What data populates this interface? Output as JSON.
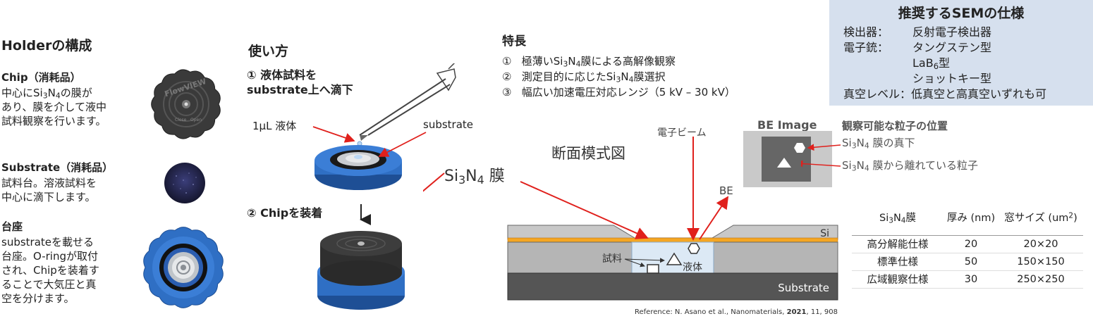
{
  "holder": {
    "title": "Holderの構成",
    "chip_title": "Chip（消耗品）",
    "chip_desc_1a": "中心にSi",
    "chip_desc_1sub": "3",
    "chip_desc_1b": "N",
    "chip_desc_1sub2": "4",
    "chip_desc_1c": "の膜が",
    "chip_desc_2": "あり、膜を介して液中",
    "chip_desc_3": "試料観察を行います。",
    "substrate_title": "Substrate（消耗品）",
    "substrate_desc_1": "試料台。溶液試料を",
    "substrate_desc_2": "中心に滴下します。",
    "base_title": "台座",
    "base_desc_1": "substrateを載せる",
    "base_desc_2": "台座。O-ringが取付",
    "base_desc_3": "され、Chipを装着す",
    "base_desc_4": "ることで大気圧と真",
    "base_desc_5": "空を分けます。",
    "chip_logo": "FlowVIEW",
    "chip_close": "Close",
    "chip_open": "Open"
  },
  "usage": {
    "title": "使い方",
    "step1_line1": "① 液体試料を",
    "step1_line2": "substrate上へ滴下",
    "liquid_label": "1μL 液体",
    "substrate_label": "substrate",
    "step2": "② Chipを装着"
  },
  "features": {
    "title": "特長",
    "f1_num": "①",
    "f1_a": "極薄いSi",
    "f1_sub1": "3",
    "f1_b": "N",
    "f1_sub2": "4",
    "f1_c": "膜による高解像観察",
    "f2_num": "②",
    "f2_a": "測定目的に応じたSi",
    "f2_sub1": "3",
    "f2_b": "N",
    "f2_sub2": "4",
    "f2_c": "膜選択",
    "f3_num": "③",
    "f3_a": "幅広い加速電圧対応レンジ（5 kV – 30 kV）"
  },
  "recommended": {
    "title": "推奨するSEMの仕様",
    "detector_key": "検出器：",
    "detector_val": "反射電子検出器",
    "gun_key": "電子銃：",
    "gun_val1": "タングステン型",
    "gun_val2a": "LaB",
    "gun_val2sub": "6",
    "gun_val2b": "型",
    "gun_val3": "ショットキー型",
    "vacuum": "真空レベル：低真空と高真空いずれも可"
  },
  "cross_section": {
    "title": "断面模式図",
    "film_label_a": "Si",
    "film_sub1": "3",
    "film_label_b": "N",
    "film_sub2": "4",
    "film_label_c": " 膜",
    "beam_label": "電子ビーム",
    "be_label": "BE",
    "si_label": "Si",
    "sample_label": "試料",
    "liquid_label": "液体",
    "substrate_label": "Substrate"
  },
  "be_image": {
    "title": "BE Image",
    "legend_title": "観察可能な粒子の位置",
    "item1_a": "Si",
    "item1_sub1": "3",
    "item1_b": "N",
    "item1_sub2": "4",
    "item1_c": " 膜の真下",
    "item2_a": "Si",
    "item2_sub1": "3",
    "item2_b": "N",
    "item2_sub2": "4",
    "item2_c": " 膜から離れている粒子"
  },
  "film_table": {
    "head_a": "Si",
    "head_sub1": "3",
    "head_b": "N",
    "head_sub2": "4",
    "head_c": "膜",
    "col_thickness": "厚み (nm)",
    "col_window_a": "窓サイズ (um",
    "col_window_sup": "2",
    "col_window_b": ")",
    "rows": [
      {
        "name": "高分解能仕様",
        "thickness": "20",
        "window": "20×20"
      },
      {
        "name": "標準仕様",
        "thickness": "50",
        "window": "150×150"
      },
      {
        "name": "広域観察仕様",
        "thickness": "30",
        "window": "250×250"
      }
    ]
  },
  "reference": {
    "prefix": "Reference: N. Asano et al., Nanomaterials, ",
    "year": "2021",
    "suffix": ", 11, 908"
  },
  "colors": {
    "accent_red": "#e0201c",
    "spec_box_bg": "#d6e0ee",
    "si_gray": "#c8c8c8",
    "substrate_dark": "#555555",
    "film_orange": "#f5a623",
    "liquid_blue": "#dce9f5",
    "holder_blue": "#2f6fc4"
  }
}
